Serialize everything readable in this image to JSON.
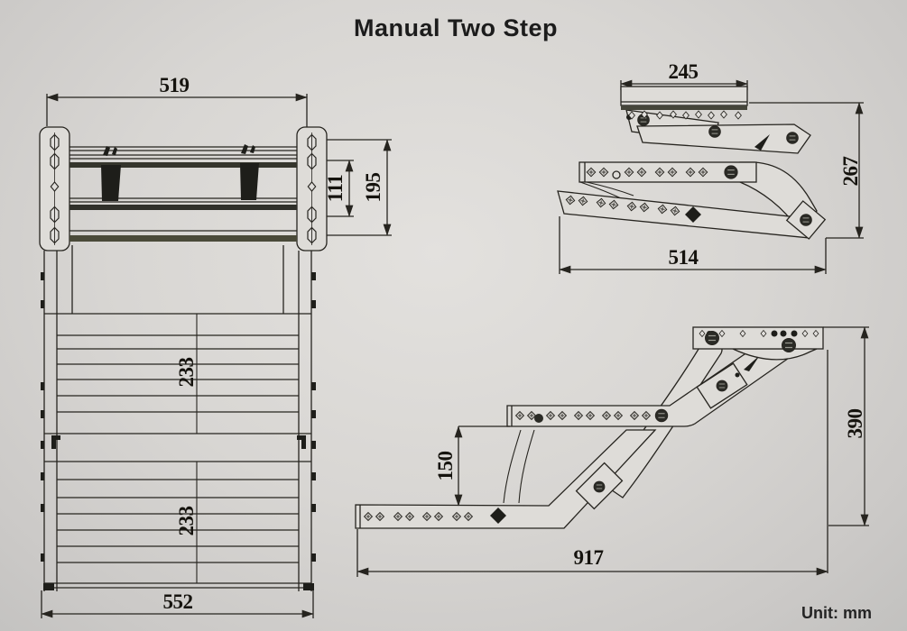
{
  "title": "Manual Two Step",
  "unit_label": "Unit: mm",
  "dims": {
    "front_top_width": "519",
    "front_strap_span": "111",
    "front_bracket_height": "195",
    "front_upper_tread": "233",
    "front_lower_tread": "233",
    "front_bottom_width": "552",
    "folded_top_depth": "245",
    "folded_height": "267",
    "folded_length": "514",
    "ext_step_rise": "150",
    "ext_total_rise": "390",
    "ext_total_run": "917"
  },
  "drawing": {
    "line_color": "#26241f",
    "paper_color": "#dcdad6",
    "views": [
      "front-closed",
      "side-folded",
      "side-extended"
    ]
  }
}
